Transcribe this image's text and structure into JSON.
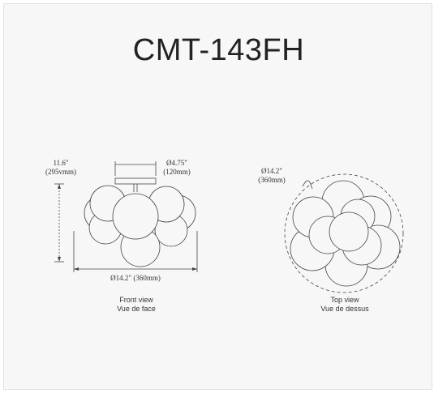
{
  "title": "CMT-143FH",
  "front_view": {
    "height_label": "11.6\"",
    "height_label_metric": "(295vmm)",
    "canopy_label": "Ø4.75\"",
    "canopy_label_metric": "(120mm)",
    "width_label": "Ø14.2\" (360mm)",
    "caption_en": "Front view",
    "caption_fr": "Vue de face"
  },
  "top_view": {
    "diameter_label": "Ø14.2\"",
    "diameter_label_metric": "(360mm)",
    "caption_en": "Top view",
    "caption_fr": "Vue de dessus"
  },
  "colors": {
    "line": "#444444",
    "background": "#f7f7f7"
  }
}
